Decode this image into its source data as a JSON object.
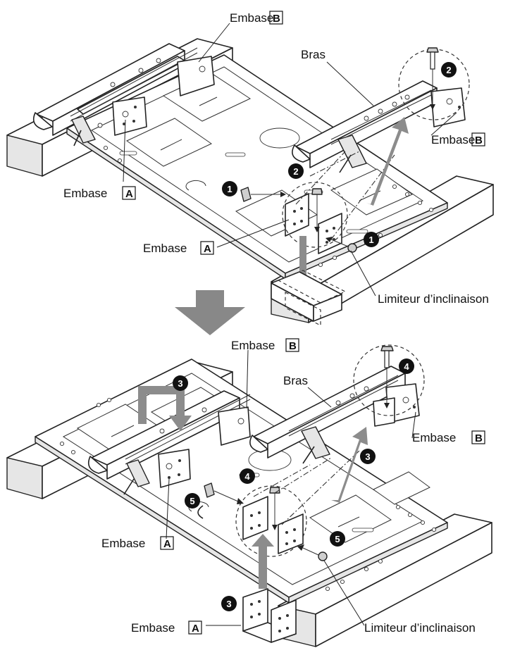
{
  "labels": {
    "top_embase_b_top": "Embase",
    "top_bras": "Bras",
    "top_embase_b_right": "Embase",
    "top_embase_a_left": "Embase",
    "top_embase_a_center": "Embase",
    "top_limiteur": "Limiteur d’inclinaison",
    "bot_embase_b_top": "Embase",
    "bot_bras": "Bras",
    "bot_embase_b_right": "Embase",
    "bot_embase_a_left": "Embase",
    "bot_embase_a_bottom": "Embase",
    "bot_limiteur": "Limiteur d’inclinaison"
  },
  "boxed_letters": {
    "a": "A",
    "b": "B"
  },
  "step_numbers": {
    "s1": "1",
    "s2": "2",
    "s3": "3",
    "s4": "4",
    "s5": "5"
  }
}
